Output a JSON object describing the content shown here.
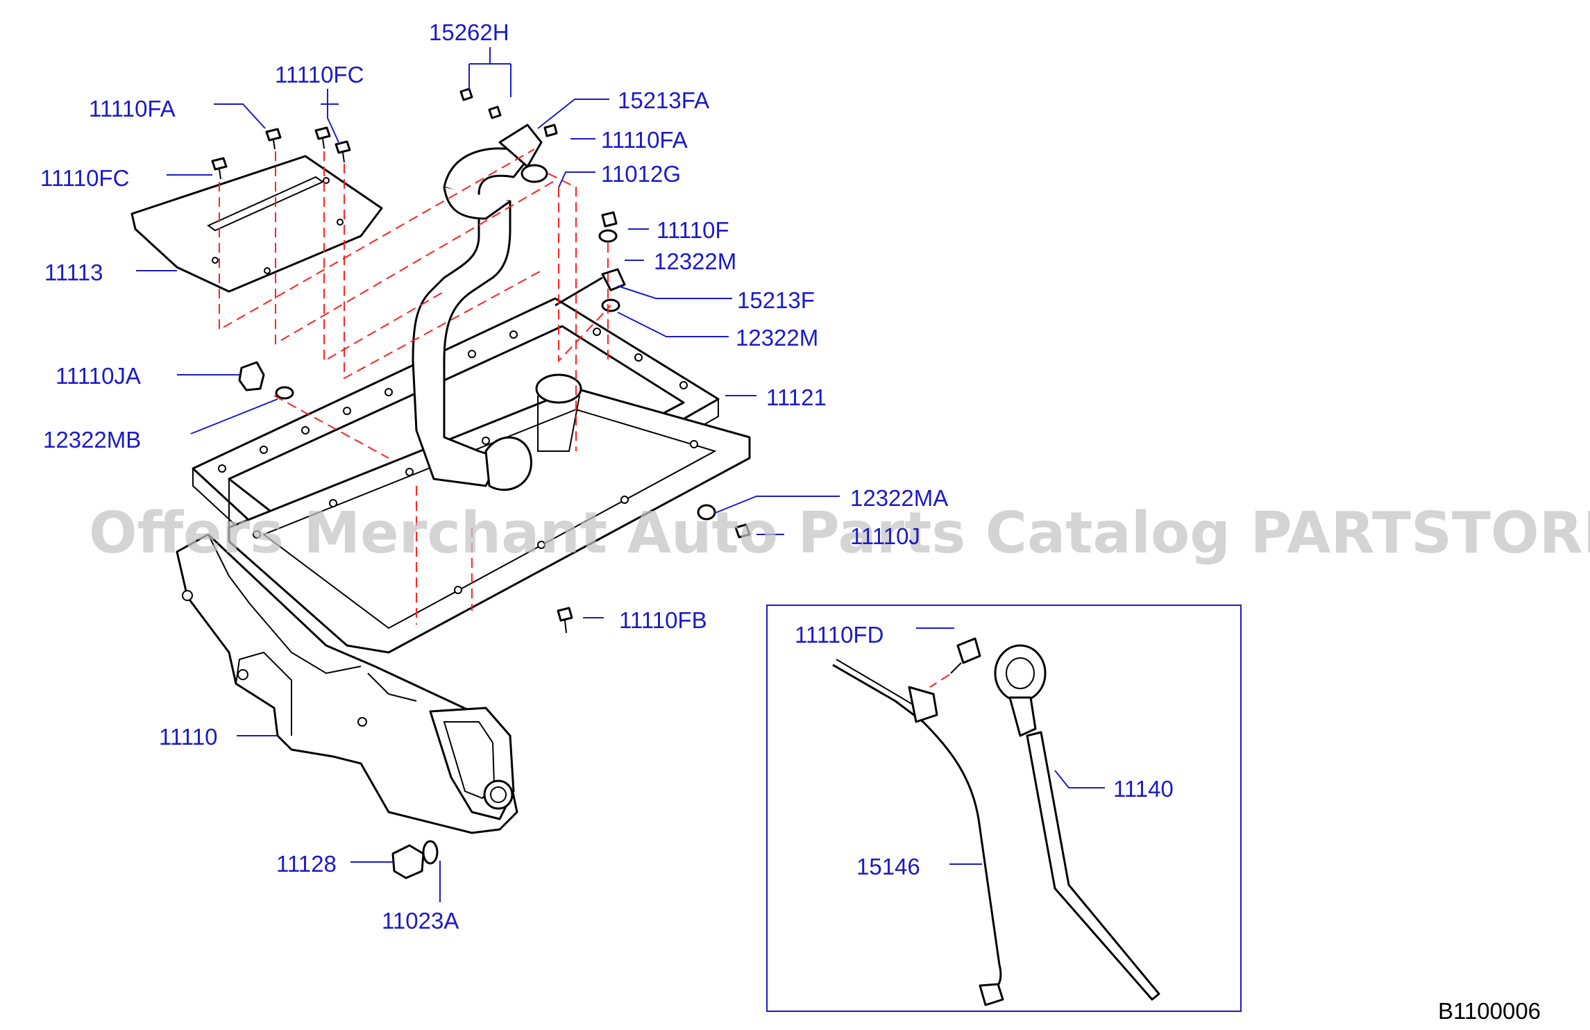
{
  "diagram": {
    "code": "B1100006",
    "watermark": "Offers Merchant Auto Parts Catalog PARTSTORE.SA",
    "labels": {
      "l15262H": "15262H",
      "l11110FC_top": "11110FC",
      "l11110FA_left": "11110FA",
      "l11110FC_left": "11110FC",
      "l11113": "11113",
      "l15213FA": "15213FA",
      "l11110FA_right": "11110FA",
      "l11012G": "11012G",
      "l11110F": "11110F",
      "l12322M_a": "12322M",
      "l15213F": "15213F",
      "l12322M_b": "12322M",
      "l11121": "11121",
      "l11110JA": "11110JA",
      "l12322MB": "12322MB",
      "l12322MA": "12322MA",
      "l11110J": "11110J",
      "l11110FB": "11110FB",
      "l11110FD": "11110FD",
      "l11140": "11140",
      "l15146": "15146",
      "l11110": "11110",
      "l11128": "11128",
      "l11023A": "11023A"
    }
  }
}
